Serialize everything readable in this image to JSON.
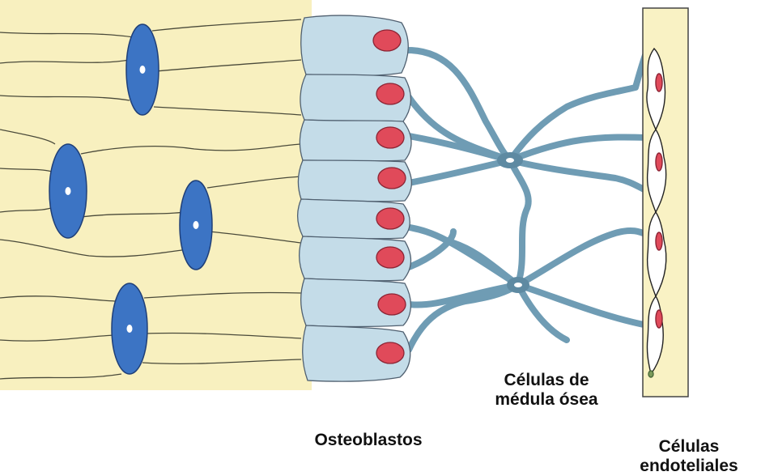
{
  "labels": {
    "osteoblasts": "Osteoblastos",
    "marrow_cells_line1": "Células de",
    "marrow_cells_line2": "médula ósea",
    "endothelial_line1": "Células",
    "endothelial_line2": "endoteliales"
  },
  "colors": {
    "bone_matrix": "#f8f0bf",
    "osteocyte": "#3c74c4",
    "osteoblast": "#c4dce8",
    "nucleus": "#e04a5a",
    "stromal_process": "#6f9cb4",
    "vessel": "#f9f2c4"
  }
}
